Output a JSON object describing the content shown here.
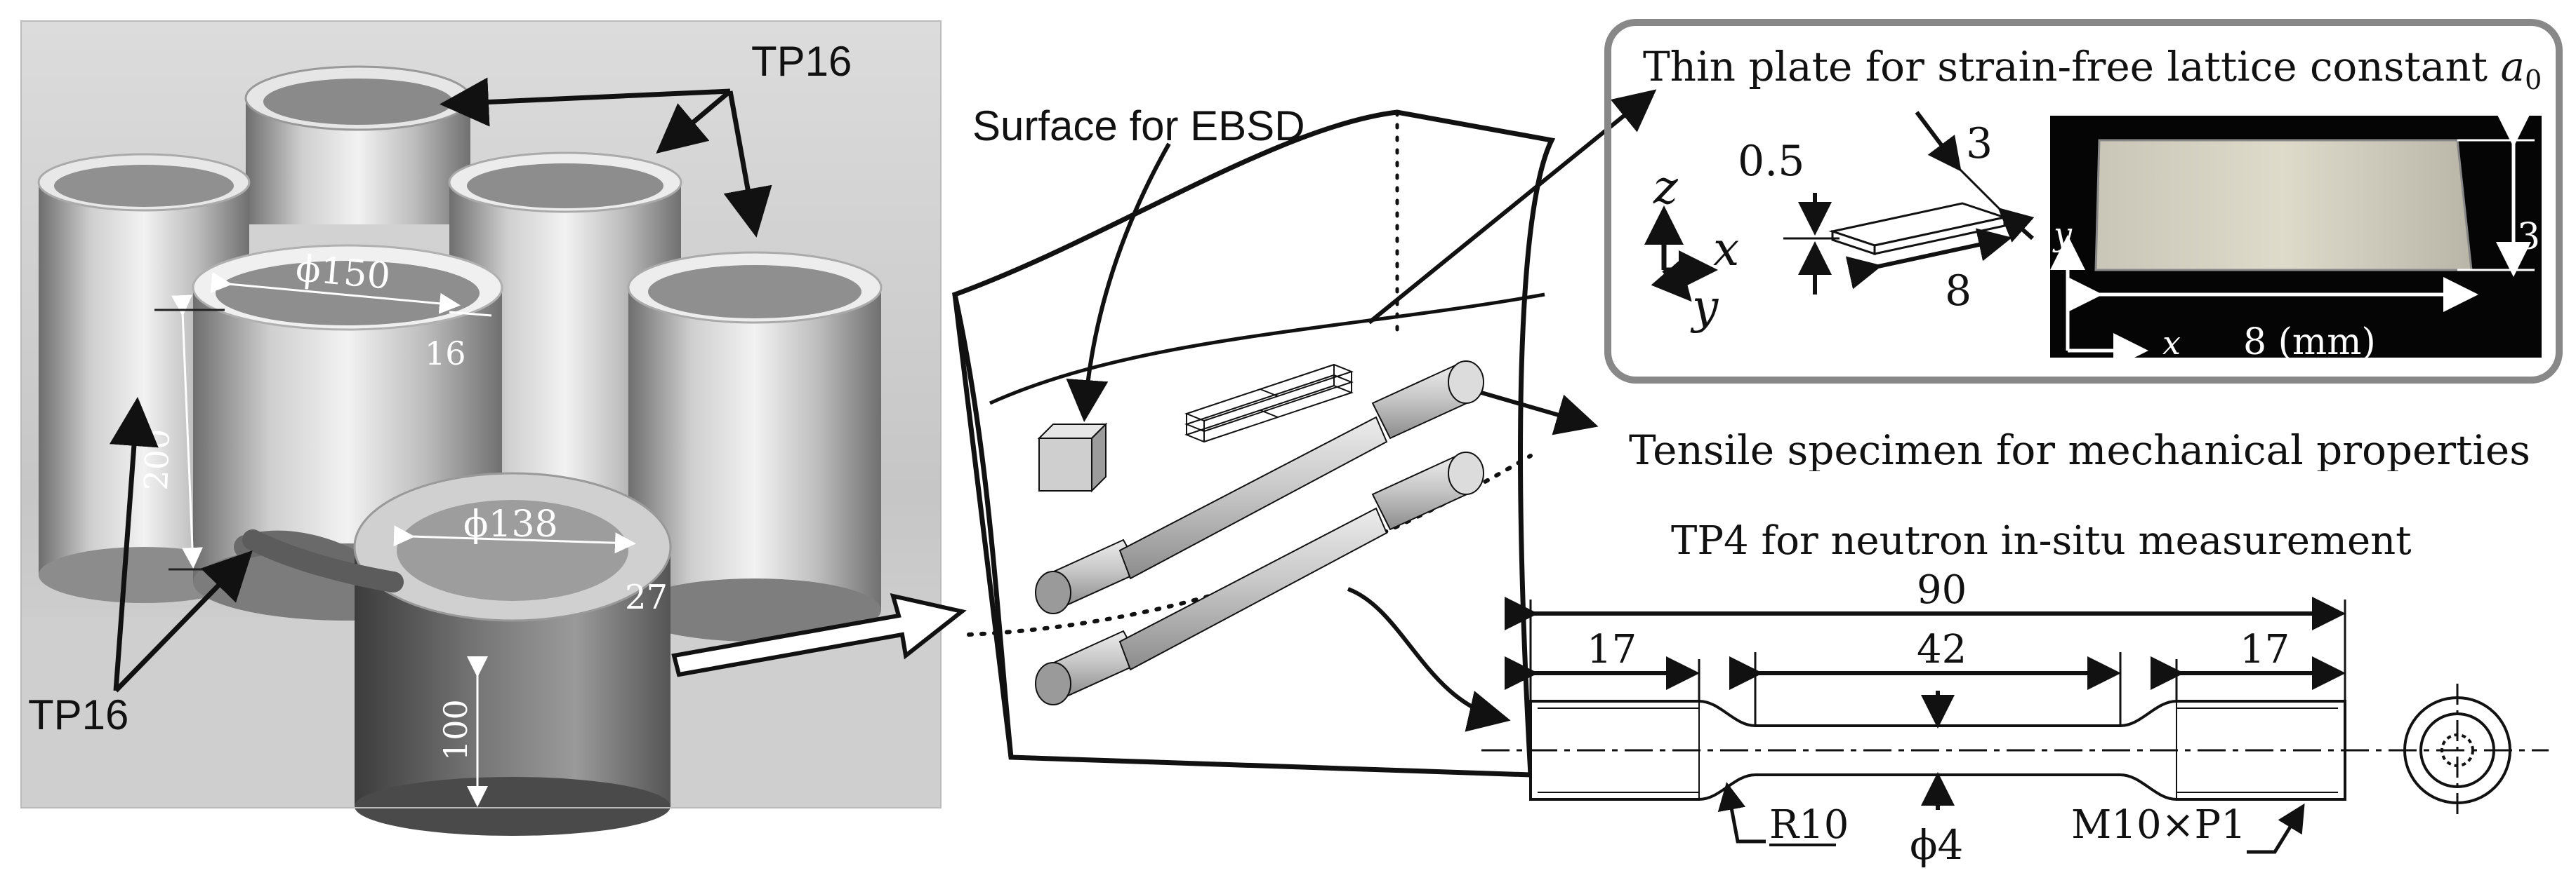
{
  "photo": {
    "labels": {
      "tp16_top": "TP16",
      "tp16_bottom": "TP16",
      "dia_150": "ϕ150",
      "wall_16": "16",
      "height_200": "200",
      "dia_138": "ϕ138",
      "wall_27": "27",
      "height_100": "100"
    }
  },
  "schematic": {
    "surface_label": "Surface for EBSD"
  },
  "thin_plate": {
    "title": "Thin plate for strain-free lattice constant ",
    "title_symbol": "a",
    "title_subscript": "0",
    "axes": {
      "z": "z",
      "x": "x",
      "y": "y"
    },
    "dims": {
      "thickness": "0.5",
      "width": "3",
      "length": "8"
    },
    "photo_labels": {
      "y": "y",
      "x": "x",
      "width": "3",
      "length": "8 (mm)"
    }
  },
  "tensile": {
    "label": "Tensile specimen for mechanical properties",
    "subtitle": "TP4 for neutron in-situ measurement",
    "dims": {
      "total": "90",
      "grip_left": "17",
      "gauge": "42",
      "grip_right": "17",
      "radius": "R10",
      "diameter": "ϕ4",
      "thread": "M10×P1"
    }
  }
}
